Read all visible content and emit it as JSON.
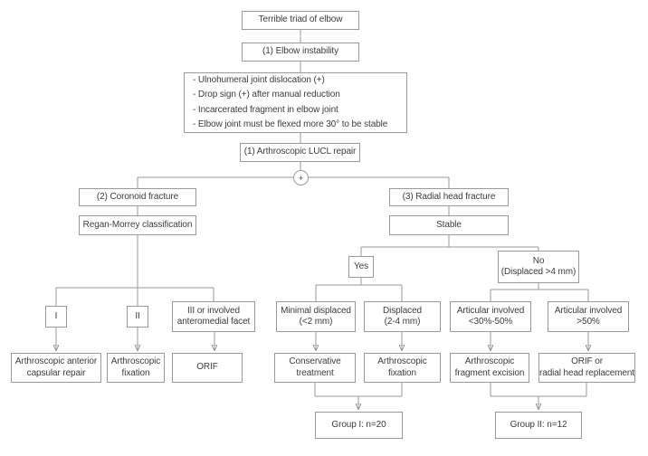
{
  "colors": {
    "line": "#9a9a9a",
    "box_border": "#9a9a9a",
    "text": "#3c3c3c",
    "arrow": "#1c1c1c",
    "background": "#ffffff"
  },
  "nodes": {
    "terrible_triad": {
      "label": "Terrible triad of elbow"
    },
    "elbow_instability": {
      "label": "(1) Elbow instability"
    },
    "criteria": {
      "items": [
        "- Ulnohumeral joint dislocation (+)",
        "- Drop sign (+) after manual reduction",
        "- Incarcerated fragment in elbow joint",
        "- Elbow joint must be flexed more 30° to be stable"
      ]
    },
    "lucl_repair": {
      "label": "(1) Arthroscopic LUCL repair"
    },
    "plus_junction": {
      "label": "+"
    },
    "coronoid_fracture": {
      "label": "(2) Coronoid fracture"
    },
    "regan_morrey": {
      "label": "Regan-Morrey classification"
    },
    "radial_head_fracture": {
      "label": "(3) Radial head fracture"
    },
    "stable": {
      "label": "Stable"
    },
    "yes": {
      "label": "Yes"
    },
    "no": {
      "line1": "No",
      "line2": "(Displaced >4 mm)"
    },
    "type_1": {
      "label": "I"
    },
    "type_2": {
      "label": "II"
    },
    "type_3": {
      "line1": "III or involved",
      "line2": "anteromedial facet"
    },
    "minimal_displaced": {
      "line1": "Minimal displaced",
      "line2": "(<2 mm)"
    },
    "displaced": {
      "line1": "Displaced",
      "line2": "(2-4 mm)"
    },
    "articular_30_50": {
      "line1": "Articular involved",
      "line2": "<30%-50%"
    },
    "articular_50": {
      "line1": "Articular involved",
      "line2": ">50%"
    },
    "capsular_repair": {
      "line1": "Arthroscopic anterior",
      "line2": "capsular repair"
    },
    "fixation_coronoid": {
      "line1": "Arthroscopic",
      "line2": "fixation"
    },
    "orif": {
      "label": "ORIF"
    },
    "conservative": {
      "line1": "Conservative",
      "line2": "treatment"
    },
    "fixation_radial": {
      "line1": "Arthroscopic",
      "line2": "fixation"
    },
    "fragment_excision": {
      "line1": "Arthroscopic",
      "line2": "fragment excision"
    },
    "orif_replacement": {
      "line1": "ORIF or",
      "line2": "radial head replacement"
    },
    "group_1": {
      "label": "Group I: n=20"
    },
    "group_2": {
      "label": "Group II: n=12"
    }
  }
}
